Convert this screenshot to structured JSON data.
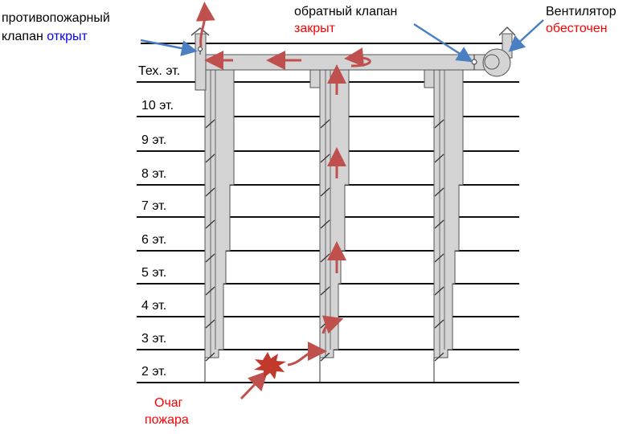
{
  "annotations": {
    "fire_damper": {
      "line1": "противопожарный",
      "line2_prefix": "клапан ",
      "state": "открыт"
    },
    "check_valve": {
      "line1": "обратный клапан",
      "state": "закрыт"
    },
    "fan": {
      "line1": "Вентилятор",
      "state": "обесточен"
    },
    "fire_source": {
      "line1": "Очаг",
      "line2": "пожара"
    }
  },
  "floors": [
    "Тех. эт.",
    "10 эт.",
    "9 эт.",
    "8 эт.",
    "7 эт.",
    "6 эт.",
    "5 эт.",
    "4 эт.",
    "3 эт.",
    "2 эт."
  ],
  "colors": {
    "duct": "#d4d4d4",
    "flow_arrow": "#c0392b",
    "pointer": "#4a7fc1",
    "state_closed": "#ff0000",
    "state_open": "#0000ff"
  }
}
